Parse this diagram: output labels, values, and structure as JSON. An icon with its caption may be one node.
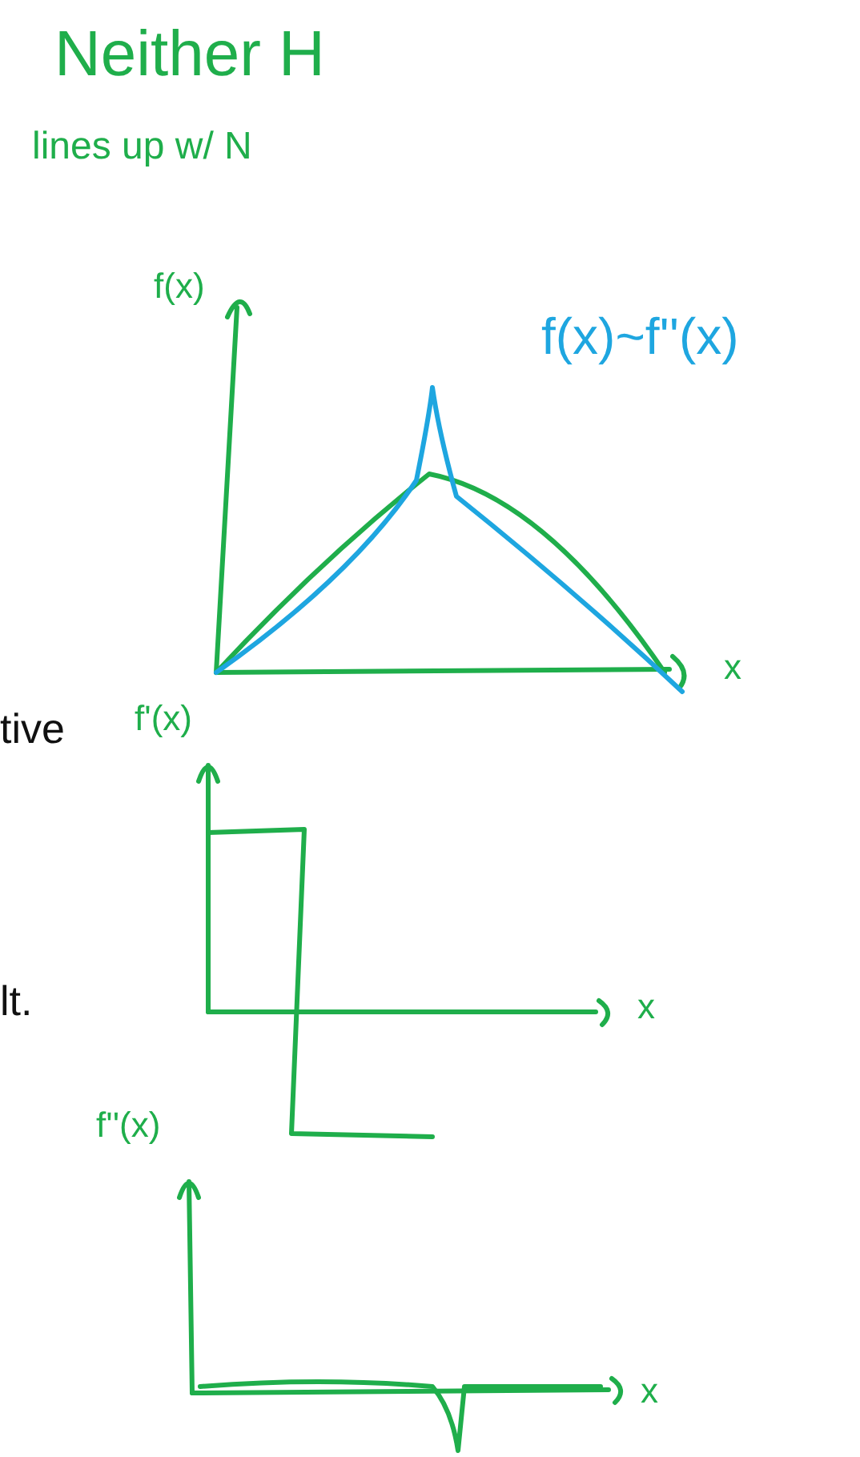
{
  "diagram": {
    "labels": [
      "Neither H",
      "lines up w/ N",
      "f(x)",
      "f(x)~f''(x)",
      "x",
      "tive",
      "f'(x)",
      "x",
      "lt.",
      "f''(x)",
      "x"
    ]
  }
}
